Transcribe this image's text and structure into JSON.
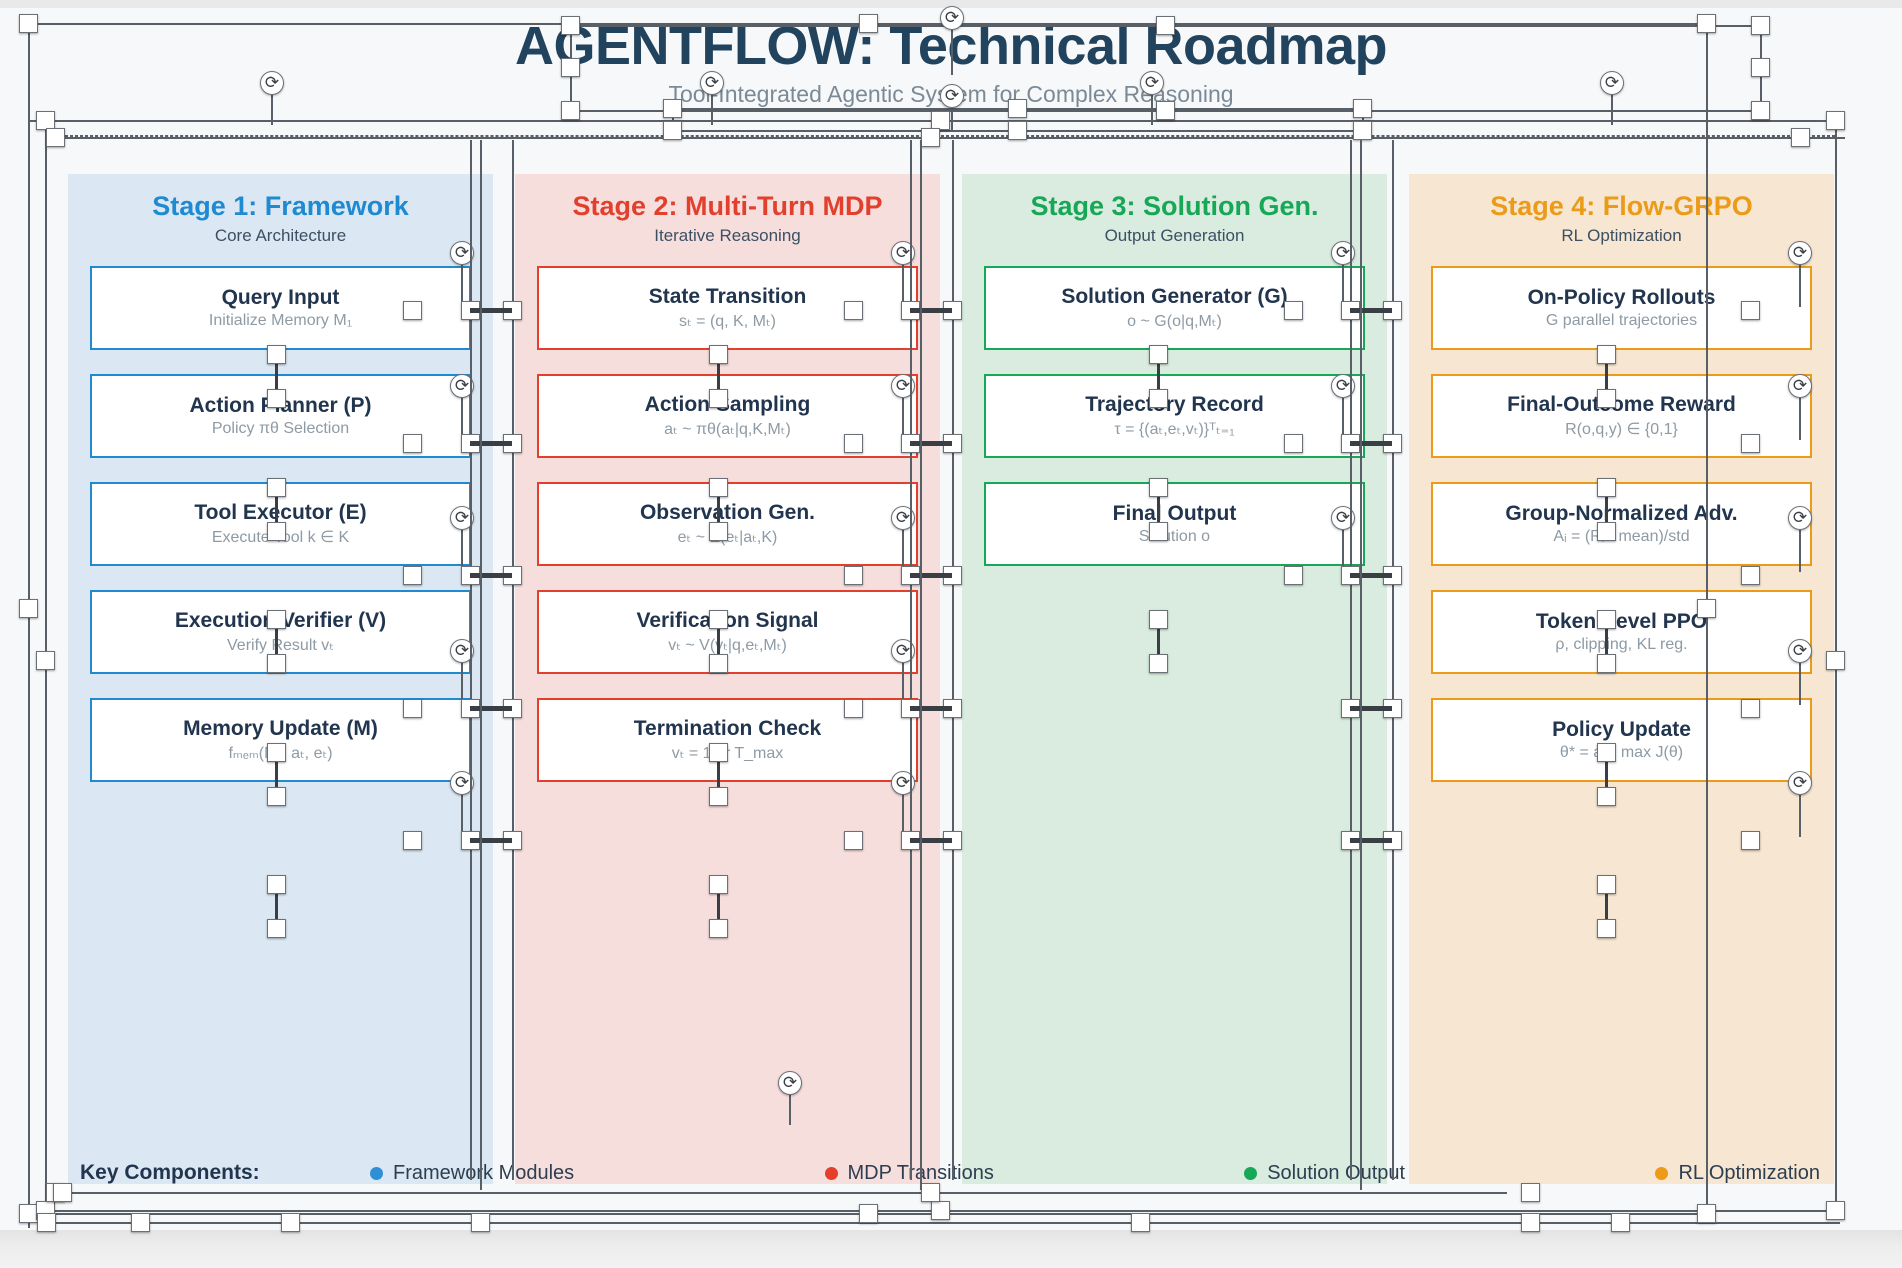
{
  "document": {
    "title": "AGENTFLOW: Technical Roadmap",
    "subtitle": "Tool-Integrated Agentic System for Complex Reasoning"
  },
  "stages": [
    {
      "id": "stage-1",
      "title": "Stage 1: Framework",
      "subtitle": "Core Architecture",
      "accent": "#1f8ad1",
      "fill": "#dbe8f3",
      "nodes": [
        {
          "title": "Query Input",
          "sub": "Initialize Memory M₁"
        },
        {
          "title": "Action Planner (P)",
          "sub": "Policy πθ Selection"
        },
        {
          "title": "Tool Executor (E)",
          "sub": "Execute Tool k ∈ K"
        },
        {
          "title": "Execution Verifier (V)",
          "sub": "Verify Result vₜ"
        },
        {
          "title": "Memory Update (M)",
          "sub": "fₘₑₘ(Mₜ, aₜ, eₜ)"
        }
      ]
    },
    {
      "id": "stage-2",
      "title": "Stage 2: Multi-Turn MDP",
      "subtitle": "Iterative Reasoning",
      "accent": "#e2402d",
      "fill": "#f6dedd",
      "nodes": [
        {
          "title": "State Transition",
          "sub": "sₜ = (q, K, Mₜ)"
        },
        {
          "title": "Action Sampling",
          "sub": "aₜ ~ πθ(aₜ|q,K,Mₜ)"
        },
        {
          "title": "Observation Gen.",
          "sub": "eₜ ~ E(eₜ|aₜ,K)"
        },
        {
          "title": "Verification Signal",
          "sub": "vₜ ~ V(vₜ|q,eₜ,Mₜ)"
        },
        {
          "title": "Termination Check",
          "sub": "vₜ = 1 or T_max"
        }
      ]
    },
    {
      "id": "stage-3",
      "title": "Stage 3: Solution Gen.",
      "subtitle": "Output Generation",
      "accent": "#16a757",
      "fill": "#d9ecdf",
      "nodes": [
        {
          "title": "Solution Generator (G)",
          "sub": "o ~ G(o|q,Mₜ)"
        },
        {
          "title": "Trajectory Record",
          "sub": "τ = {(aₜ,eₜ,vₜ)}ᵀₜ₌₁"
        },
        {
          "title": "Final Output",
          "sub": "Solution o"
        }
      ]
    },
    {
      "id": "stage-4",
      "title": "Stage 4: Flow-GRPO",
      "subtitle": "RL Optimization",
      "accent": "#eb9b18",
      "fill": "#f6e6d2",
      "nodes": [
        {
          "title": "On-Policy Rollouts",
          "sub": "G parallel trajectories"
        },
        {
          "title": "Final-Outcome Reward",
          "sub": "R(o,q,y) ∈ {0,1}"
        },
        {
          "title": "Group-Normalized Adv.",
          "sub": "Aᵢ = (Rᵢ - mean)/std"
        },
        {
          "title": "Token-Level PPO",
          "sub": "ρ, clipping, KL reg."
        },
        {
          "title": "Policy Update",
          "sub": "θ* = arg max J(θ)"
        }
      ]
    }
  ],
  "legend": {
    "label": "Key Components:",
    "items": [
      {
        "label": "Framework Modules",
        "color": "#2f8fd6"
      },
      {
        "label": "MDP Transitions",
        "color": "#e2402d"
      },
      {
        "label": "Solution Output",
        "color": "#16a757"
      },
      {
        "label": "RL Optimization",
        "color": "#eb9b18"
      }
    ]
  },
  "editor": {
    "rotate_glyph": "⟳"
  }
}
